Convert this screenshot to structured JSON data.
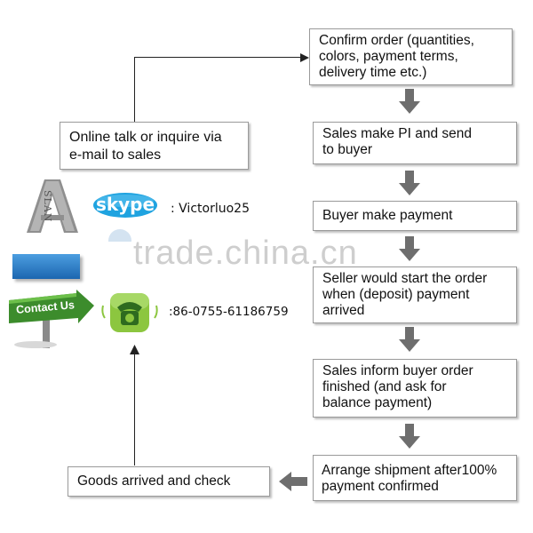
{
  "steps": {
    "confirm": "Confirm order (quantities,\ncolors, payment terms,\ndelivery time etc.)",
    "online": "Online talk or inquire via\ne-mail to sales",
    "pi": "Sales make PI and send\nto buyer",
    "payment": "Buyer make payment",
    "seller": "Seller would start the order\nwhen (deposit) payment\narrived",
    "inform": "Sales inform buyer order\nfinished (and ask for\nbalance payment)",
    "shipment": "Arrange shipment after100%\n payment confirmed",
    "goods": "Goods arrived and check"
  },
  "contact": {
    "skype_label": "skype",
    "skype_id": ": Victorluo25",
    "phone": ":86-0755-61186759",
    "contact_us": "Contact Us",
    "logo_text": "SLAN"
  },
  "watermark": "trade.china.cn",
  "colors": {
    "arrow": "#6e6e6e",
    "skype_blue": "#1fa3e0",
    "contact_green": "#3c8c2c",
    "phone_green": "#8cc63f",
    "blue_bar": "#2a7fc9"
  }
}
